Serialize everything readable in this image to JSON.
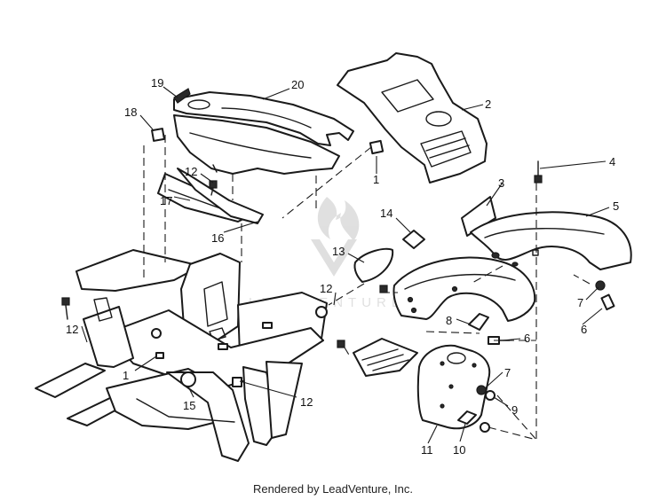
{
  "diagram": {
    "callouts": [
      {
        "id": "c19",
        "label": "19"
      },
      {
        "id": "c20",
        "label": "20"
      },
      {
        "id": "c18",
        "label": "18"
      },
      {
        "id": "c12a",
        "label": "12"
      },
      {
        "id": "c1a",
        "label": "1"
      },
      {
        "id": "c17",
        "label": "17"
      },
      {
        "id": "c16",
        "label": "16"
      },
      {
        "id": "c2",
        "label": "2"
      },
      {
        "id": "c4",
        "label": "4"
      },
      {
        "id": "c3",
        "label": "3"
      },
      {
        "id": "c5",
        "label": "5"
      },
      {
        "id": "c14",
        "label": "14"
      },
      {
        "id": "c13",
        "label": "13"
      },
      {
        "id": "c12b",
        "label": "12"
      },
      {
        "id": "c8",
        "label": "8"
      },
      {
        "id": "c7a",
        "label": "7"
      },
      {
        "id": "c6a",
        "label": "6"
      },
      {
        "id": "c6b",
        "label": "6"
      },
      {
        "id": "c12c",
        "label": "12"
      },
      {
        "id": "c1b",
        "label": "1"
      },
      {
        "id": "c15",
        "label": "15"
      },
      {
        "id": "c12d",
        "label": "12"
      },
      {
        "id": "c7b",
        "label": "7"
      },
      {
        "id": "c9",
        "label": "9"
      },
      {
        "id": "c11",
        "label": "11"
      },
      {
        "id": "c10",
        "label": "10"
      }
    ],
    "watermark_text": "LEADVENTURE"
  },
  "footer": {
    "text": "Rendered by LeadVenture, Inc."
  }
}
